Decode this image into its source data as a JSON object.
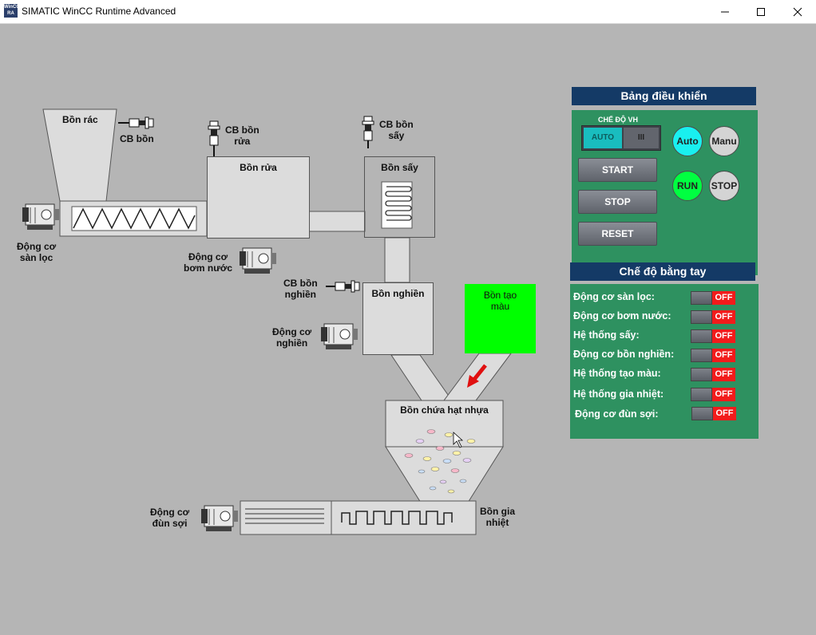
{
  "window": {
    "title": "SIMATIC WinCC Runtime Advanced",
    "icon_text": "WinCC RA"
  },
  "colors": {
    "background": "#b5b5b5",
    "panel_head": "#143a66",
    "panel": "#2e9160",
    "off": "#f21b1b",
    "run": "#00ff41",
    "auto": "#19f0ef",
    "color_tank": "#00ff00"
  },
  "process": {
    "bon_rac": "Bồn rác",
    "cb_bon": "CB bồn",
    "dong_co_san_loc": [
      "Động cơ",
      "sàn lọc"
    ],
    "cb_bon_rua": [
      "CB bồn",
      "rửa"
    ],
    "bon_rua": "Bồn rửa",
    "dong_co_bom_nuoc": [
      "Động cơ",
      "bơm nước"
    ],
    "cb_bon_say": [
      "CB bồn",
      "sấy"
    ],
    "bon_say": "Bồn sấy",
    "cb_bon_nghien": [
      "CB bồn",
      "nghiền"
    ],
    "bon_nghien": "Bồn nghiền",
    "dong_co_nghien": [
      "Động cơ",
      "nghiền"
    ],
    "bon_tao_mau": [
      "Bồn tạo",
      "màu"
    ],
    "bon_chua_hat_nhua": "Bồn chứa hạt nhựa",
    "dong_co_dun_soi": [
      "Động cơ",
      "đùn sợi"
    ],
    "bon_gia_nhiet": [
      "Bồn gia",
      "nhiệt"
    ]
  },
  "control_panel": {
    "title": "Bảng điều khiển",
    "mode_label": "CHẾ ĐỘ VH",
    "mode_switch": {
      "left": "AUTO",
      "right": "III"
    },
    "start": "START",
    "stop": "STOP",
    "reset": "RESET",
    "auto": "Auto",
    "manu": "Manu",
    "run": "RUN",
    "stop_lamp": "STOP"
  },
  "manual_panel": {
    "title": "Chế độ bằng tay",
    "items": [
      {
        "label": "Động cơ sàn lọc:",
        "state": "OFF"
      },
      {
        "label": "Động cơ bơm nước:",
        "state": "OFF"
      },
      {
        "label": "Hệ thống sấy:",
        "state": "OFF"
      },
      {
        "label": "Động cơ bồn nghiền:",
        "state": "OFF"
      },
      {
        "label": "Hệ thống tạo màu:",
        "state": "OFF"
      },
      {
        "label": "Hệ thống gia nhiệt:",
        "state": "OFF"
      },
      {
        "label": "Động cơ đùn sợi:",
        "state": "OFF"
      }
    ]
  }
}
